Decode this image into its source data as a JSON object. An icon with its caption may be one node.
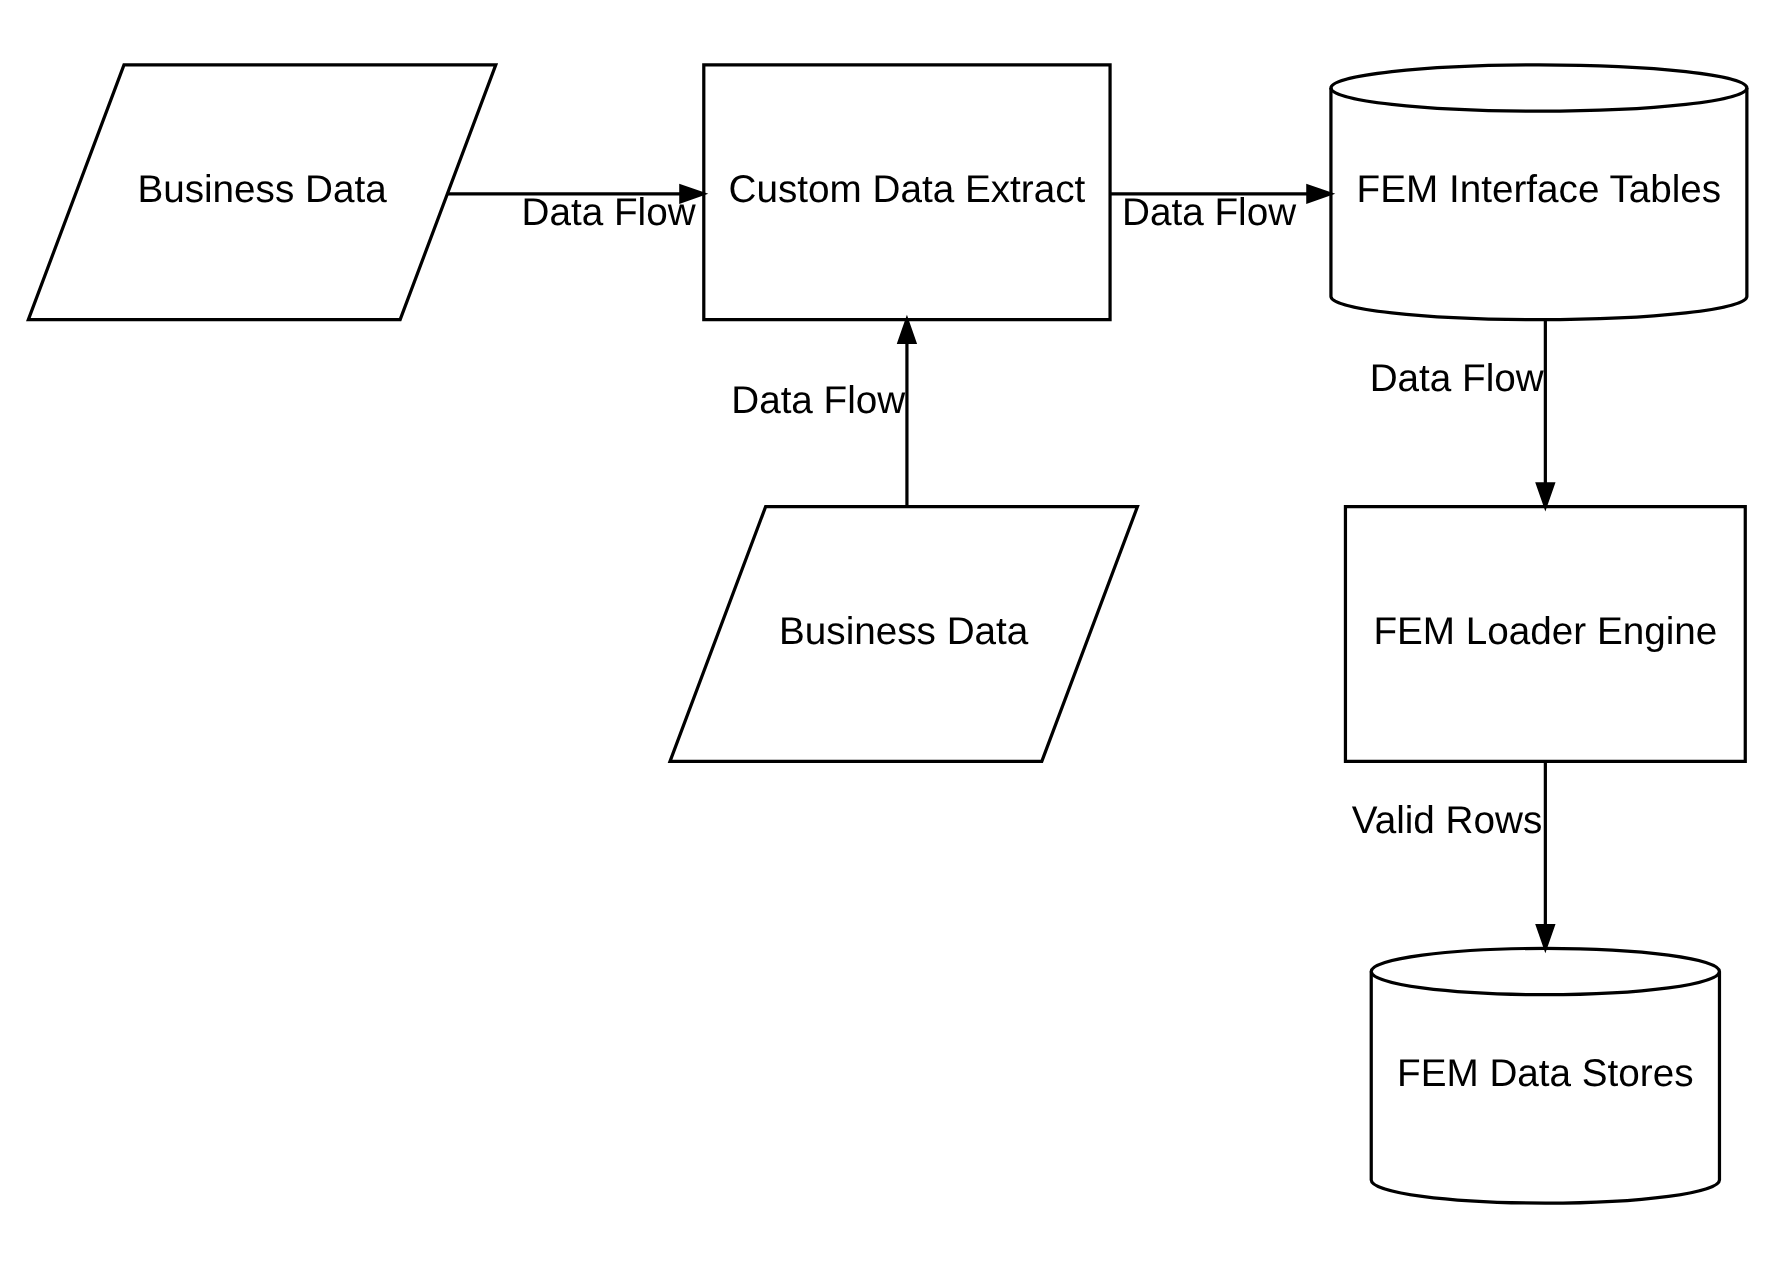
{
  "diagram": {
    "nodes": [
      {
        "text": [
          "Business Data"
        ]
      },
      {
        "text": [
          "Custom Data Extract"
        ]
      },
      {
        "text": [
          "FEM Interface Tables"
        ]
      },
      {
        "text": [
          "Business Data"
        ]
      },
      {
        "text": [
          "FEM Loader Engine"
        ]
      },
      {
        "text": [
          "FEM Data Stores"
        ]
      }
    ],
    "edges": [
      {
        "from": 0,
        "to": 1,
        "arrow": "to",
        "label": "Data Flow"
      },
      {
        "from": 1,
        "to": 2,
        "arrow": "to",
        "label": "Data Flow"
      },
      {
        "from": 2,
        "to": 4,
        "arrow": "to",
        "label": "Data Flow"
      },
      {
        "from": 3,
        "to": 1,
        "arrow": "to",
        "label": "Data Flow"
      },
      {
        "from": 4,
        "to": 5,
        "arrow": "to",
        "label": "Valid Rows"
      }
    ]
  }
}
